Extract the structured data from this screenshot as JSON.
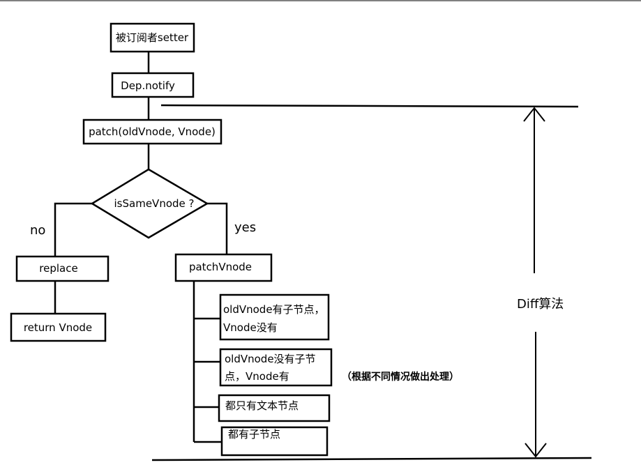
{
  "nodes": {
    "setter": "被订阅者setter",
    "dep_notify": "Dep.notify",
    "patch": "patch(oldVnode, Vnode)",
    "decision": "isSameVnode ?",
    "replace": "replace",
    "return_vnode": "return Vnode",
    "patch_vnode": "patchVnode",
    "case1_line1": "oldVnode有子节点，",
    "case1_line2": "Vnode没有",
    "case2_line1": "oldVnode没有子节",
    "case2_line2": "点，Vnode有",
    "case3": "都只有文本节点",
    "case4": "都有子节点"
  },
  "edge_labels": {
    "no": "no",
    "yes": "yes"
  },
  "note": "（根据不同情况做出处理）",
  "range_label": "Diff算法"
}
